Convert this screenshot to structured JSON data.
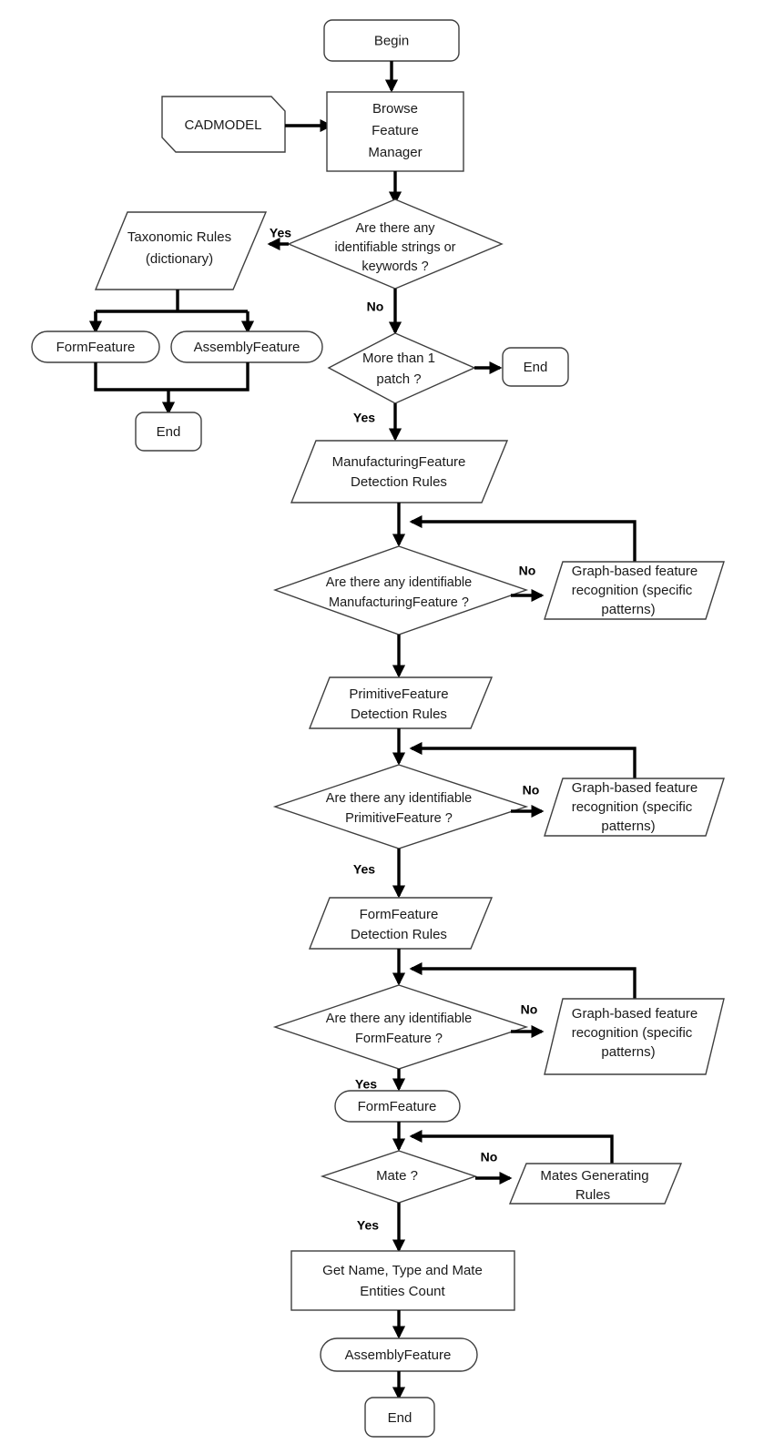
{
  "diagram": {
    "title": "CAD feature recognition flowchart",
    "colors": {
      "stroke": "#000000",
      "fill": "#ffffff",
      "text": "#1a1a1a"
    },
    "nodes": {
      "begin": {
        "label": "Begin",
        "shape": "terminator"
      },
      "cadmodel": {
        "label": "CADMODEL",
        "shape": "document-notched"
      },
      "browse_feature_manager": {
        "line1": "Browse",
        "line2": "Feature",
        "line3": "Manager",
        "shape": "process"
      },
      "decision_strings": {
        "line1": "Are there any",
        "line2": "identifiable strings or",
        "line3": "keywords ?",
        "shape": "decision"
      },
      "taxonomic_rules": {
        "line1": "Taxonomic Rules",
        "line2": "(dictionary)",
        "shape": "data-parallelogram"
      },
      "formfeature_left": {
        "label": "FormFeature",
        "shape": "terminator"
      },
      "assemblyfeature_left": {
        "label": "AssemblyFeature",
        "shape": "terminator"
      },
      "end_left": {
        "label": "End",
        "shape": "terminator"
      },
      "decision_patch": {
        "line1": "More than 1",
        "line2": "patch ?",
        "shape": "decision"
      },
      "end_patch": {
        "label": "End",
        "shape": "terminator"
      },
      "manufacturing_rules": {
        "line1": "ManufacturingFeature",
        "line2": "Detection Rules",
        "shape": "data-parallelogram"
      },
      "decision_manufacturing": {
        "line1": "Are there any identifiable",
        "line2": "ManufacturingFeature ?",
        "shape": "decision"
      },
      "graph_manufacturing": {
        "line1": "Graph-based feature",
        "line2": "recognition (specific",
        "line3": "patterns)",
        "shape": "data-parallelogram"
      },
      "primitive_rules": {
        "line1": "PrimitiveFeature",
        "line2": "Detection Rules",
        "shape": "data-parallelogram"
      },
      "decision_primitive": {
        "line1": "Are there any identifiable",
        "line2": "PrimitiveFeature ?",
        "shape": "decision"
      },
      "graph_primitive": {
        "line1": "Graph-based feature",
        "line2": "recognition (specific",
        "line3": "patterns)",
        "shape": "data-parallelogram"
      },
      "formfeature_rules": {
        "line1": "FormFeature",
        "line2": "Detection Rules",
        "shape": "data-parallelogram"
      },
      "decision_formfeature": {
        "line1": "Are there any identifiable",
        "line2": "FormFeature ?",
        "shape": "decision"
      },
      "graph_formfeature": {
        "line1": "Graph-based feature",
        "line2": "recognition (specific",
        "line3": "patterns)",
        "shape": "data-parallelogram"
      },
      "formfeature_result": {
        "label": "FormFeature",
        "shape": "terminator"
      },
      "decision_mate": {
        "label": "Mate ?",
        "shape": "decision"
      },
      "mates_rules": {
        "line1": "Mates Generating",
        "line2": "Rules",
        "shape": "data-parallelogram"
      },
      "get_name": {
        "line1": "Get Name, Type and Mate",
        "line2": "Entities Count",
        "shape": "process"
      },
      "assemblyfeature_result": {
        "label": "AssemblyFeature",
        "shape": "terminator"
      },
      "end_final": {
        "label": "End",
        "shape": "terminator"
      }
    },
    "edge_labels": {
      "strings_yes": "Yes",
      "strings_no": "No",
      "patch_yes": "Yes",
      "manufacturing_no": "No",
      "primitive_no": "No",
      "primitive_yes": "Yes",
      "formfeature_no": "No",
      "formfeature_yes": "Yes",
      "mate_no": "No",
      "mate_yes": "Yes"
    }
  }
}
